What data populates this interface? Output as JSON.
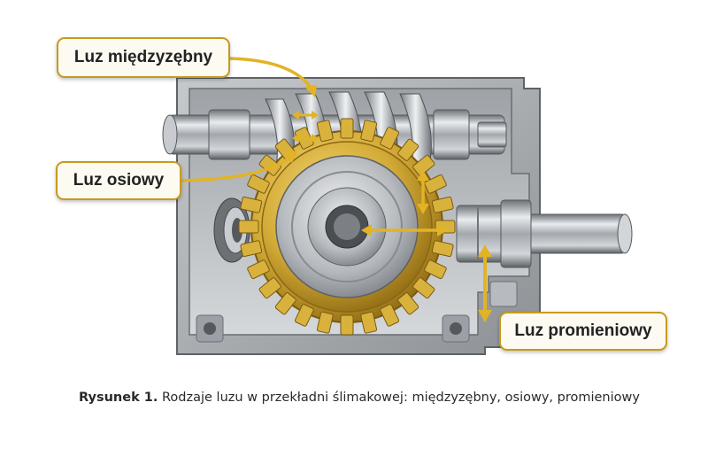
{
  "callouts": {
    "interdental": "Luz międzyzębny",
    "axial": "Luz osiowy",
    "radial": "Luz promieniowy"
  },
  "caption": {
    "label": "Rysunek 1.",
    "text": "Rodzaje luzu w przekładni ślimakowej: międzyzębny, osiowy, promieniowy"
  },
  "colors": {
    "accent": "#c79a1e",
    "housing": "#a9adb1",
    "gear": "#d8b13c"
  }
}
